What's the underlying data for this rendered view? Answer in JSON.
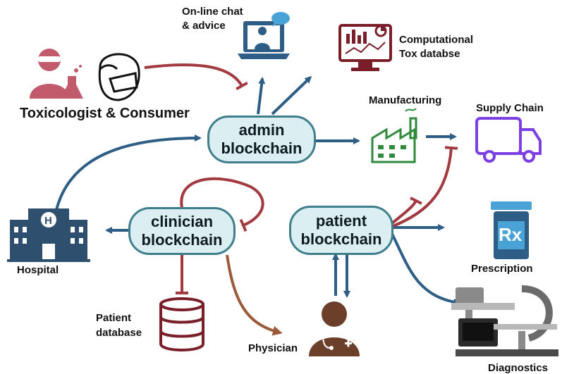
{
  "nodes": {
    "admin": {
      "line1": "admin",
      "line2": "blockchain"
    },
    "clinician": {
      "line1": "clinician",
      "line2": "blockchain"
    },
    "patient": {
      "line1": "patient",
      "line2": "blockchain"
    }
  },
  "labels": {
    "chat_line1": "On-line chat",
    "chat_line2": "& advice",
    "tox_line1": "Computational",
    "tox_line2": "Tox databse",
    "toxicologist": "Toxicologist & Consumer",
    "manufacturing": "Manufacturing",
    "supply_chain": "Supply Chain",
    "hospital": "Hospital",
    "prescription": "Prescription",
    "patient_db_line1": "Patient",
    "patient_db_line2": "database",
    "physician": "Physician",
    "diagnostics": "Diagnostics",
    "rx_symbol": "Rx"
  },
  "icons": [
    "laptop-chat-icon",
    "monitor-chart-icon",
    "scientist-icon",
    "masked-person-icon",
    "factory-icon",
    "truck-icon",
    "hospital-icon",
    "prescription-bottle-icon",
    "database-icon",
    "physician-icon",
    "diagnostic-scanner-icon"
  ],
  "colors": {
    "activate_arrow": "#2e5e86",
    "inhibit_line": "#a33a3f",
    "physician_arrow": "#9b5a3a",
    "node_fill": "#dbeef2",
    "node_border": "#3f7f8c",
    "toxicologist_pink": "#c15a6b",
    "factory_green": "#2f8a3c",
    "truck_purple": "#7b3fe4",
    "hospital_blue": "#2f4f6e",
    "physician_brown": "#6b3f2a"
  }
}
